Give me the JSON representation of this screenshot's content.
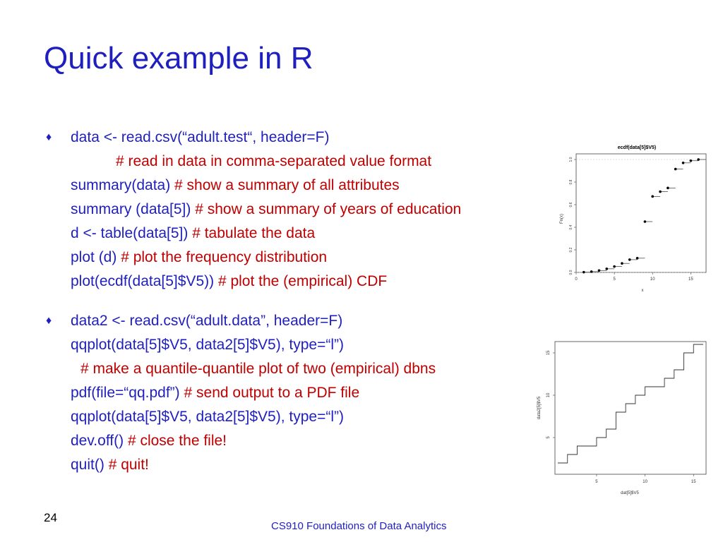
{
  "slide": {
    "title": "Quick example in R",
    "number": "24",
    "footer": "CS910 Foundations of Data Analytics"
  },
  "bullets": [
    {
      "marker": "♦",
      "lines": [
        {
          "code": "data <- read.csv(“adult.test“, header=F)",
          "comment": ""
        },
        {
          "code": "",
          "comment": "# read in data in comma-separated value format"
        },
        {
          "code": "summary(data)  ",
          "comment": "# show a summary of all attributes"
        },
        {
          "code": "summary (data[5]) ",
          "comment": "# show a summary of years of education"
        },
        {
          "code": "d <- table(data[5]) ",
          "comment": "# tabulate the data"
        },
        {
          "code": "plot (d) ",
          "comment": "# plot the frequency distribution"
        },
        {
          "code": "plot(ecdf(data[5]$V5)) ",
          "comment": "# plot the (empirical) CDF"
        }
      ]
    },
    {
      "marker": "♦",
      "lines": [
        {
          "code": "data2 <- read.csv(“adult.data”, header=F)",
          "comment": ""
        },
        {
          "code": "qqplot(data[5]$V5, data2[5]$V5), type=“l”)",
          "comment": ""
        },
        {
          "code": "",
          "comment": "# make a quantile-quantile plot of two (empirical) dbns"
        },
        {
          "code": "pdf(file=“qq.pdf”) ",
          "comment": "# send output to a PDF file"
        },
        {
          "code": "qqplot(data[5]$V5, data2[5]$V5), type=“l”)",
          "comment": ""
        },
        {
          "code": "dev.off() ",
          "comment": "# close the file!"
        },
        {
          "code": "quit() ",
          "comment": "# quit!"
        }
      ]
    }
  ],
  "chart_data": [
    {
      "type": "scatter",
      "title": "ecdf(data[5]$V5)",
      "xlabel": "x",
      "ylabel": "Fn(x)",
      "xlim": [
        0,
        17
      ],
      "ylim": [
        0,
        1.05
      ],
      "xticks": [
        "0",
        "5",
        "10",
        "15"
      ],
      "yticks": [
        "0.0",
        "0.2",
        "0.4",
        "0.6",
        "0.8",
        "1.0"
      ],
      "x": [
        1,
        2,
        3,
        4,
        5,
        6,
        7,
        8,
        9,
        10,
        11,
        12,
        13,
        14,
        15,
        16
      ],
      "y": [
        0.002,
        0.007,
        0.017,
        0.032,
        0.052,
        0.08,
        0.113,
        0.126,
        0.45,
        0.673,
        0.715,
        0.748,
        0.915,
        0.97,
        0.989,
        1.0
      ]
    },
    {
      "type": "line",
      "xlabel": "dat[5]$V5",
      "ylabel": "data2[5]$V5",
      "xlim": [
        1,
        16
      ],
      "ylim": [
        1,
        16
      ],
      "xticks": [
        "5",
        "10",
        "15"
      ],
      "yticks": [
        "5",
        "10",
        "15"
      ],
      "x": [
        1,
        2,
        3,
        4,
        5,
        6,
        7,
        8,
        9,
        10,
        11,
        12,
        13,
        14,
        15,
        16
      ],
      "y": [
        2,
        3,
        4,
        4,
        5,
        6,
        8,
        9,
        10,
        11,
        11,
        12,
        13,
        15,
        16,
        16
      ]
    }
  ]
}
